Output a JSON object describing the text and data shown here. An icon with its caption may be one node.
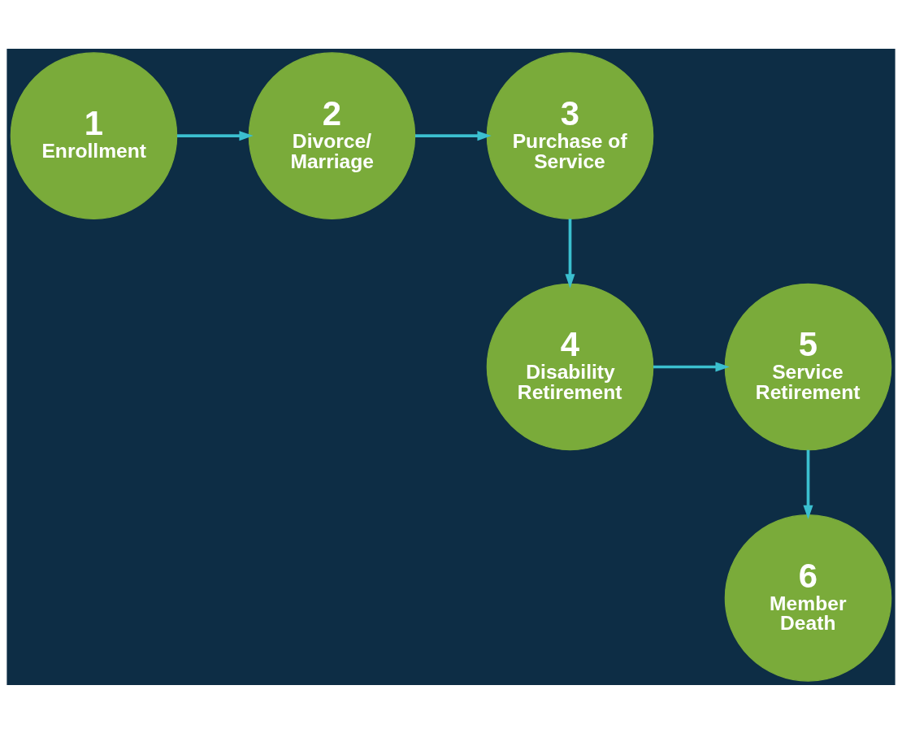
{
  "diagram": {
    "nodes": [
      {
        "text": [
          "1",
          "Enrollment"
        ]
      },
      {
        "text": [
          "2",
          "Divorce/ Marriage"
        ]
      },
      {
        "text": [
          "3",
          "Purchase of Service"
        ]
      },
      {
        "text": [
          "4",
          "Disability Retirement"
        ]
      },
      {
        "text": [
          "5",
          "Service Retirement"
        ]
      },
      {
        "text": [
          "6",
          "Member Death"
        ]
      }
    ],
    "edges": [
      {
        "from": 0,
        "to": 1,
        "arrow": "to"
      },
      {
        "from": 1,
        "to": 2,
        "arrow": "to"
      },
      {
        "from": 2,
        "to": 3,
        "arrow": "to"
      },
      {
        "from": 3,
        "to": 4,
        "arrow": "to"
      },
      {
        "from": 4,
        "to": 5,
        "arrow": "to"
      }
    ]
  }
}
